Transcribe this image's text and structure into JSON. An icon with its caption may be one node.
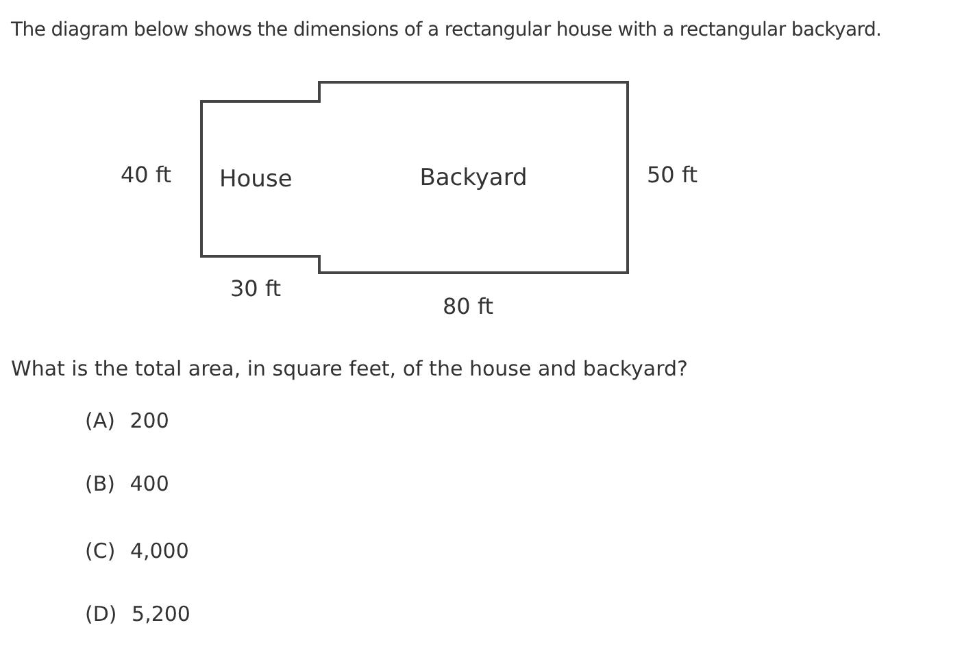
{
  "diagram": {
    "title": "The diagram below shows the dimensions of a rectangular house with a rectangular backyard.",
    "nodes": [
      {
        "text": [
          "House"
        ]
      },
      {
        "text": [
          "Backyard"
        ]
      }
    ],
    "labels": [
      "40 ft",
      "30 ft",
      "80 ft",
      "50 ft",
      "What is the total area, in square feet, of the house and backyard?",
      "(A) 200",
      "(B) 400",
      "(C) 4,000",
      "(D) 5,200"
    ]
  }
}
